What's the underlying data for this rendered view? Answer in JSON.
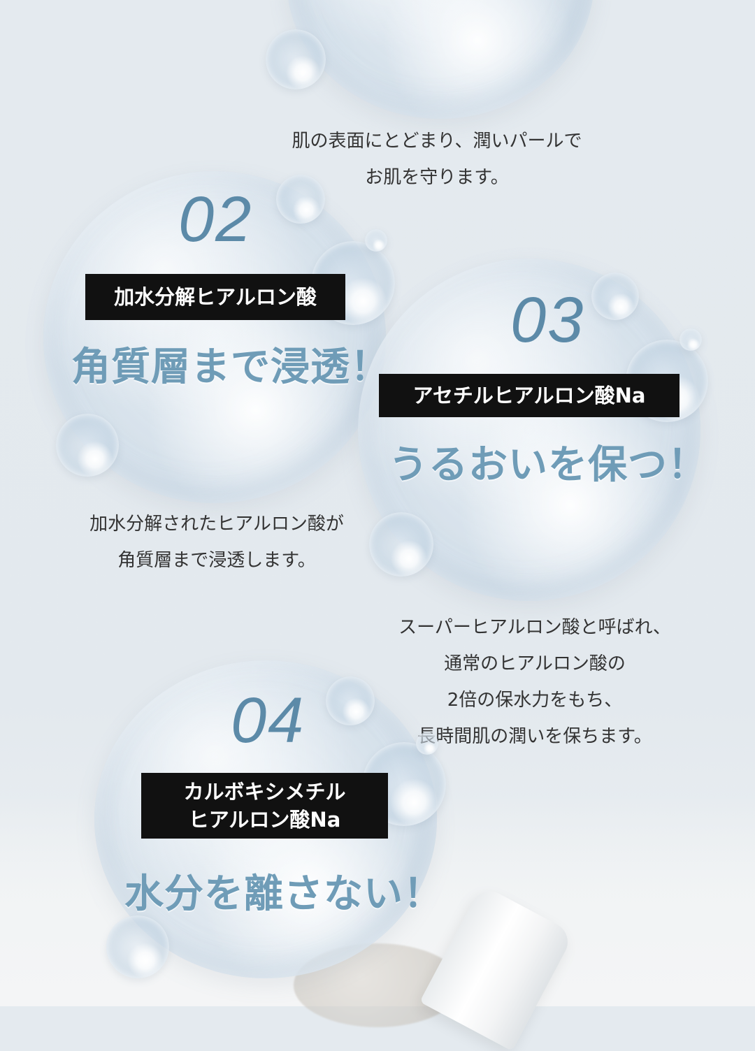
{
  "top": {
    "desc_lines": [
      "肌の表面にとどまり、潤いパールで",
      "お肌を守ります。"
    ]
  },
  "items": [
    {
      "number": "02",
      "label_lines": [
        "加水分解ヒアルロン酸"
      ],
      "headline": "角質層まで浸透！",
      "desc_lines": [
        "加水分解されたヒアルロン酸が",
        "角質層まで浸透します。"
      ]
    },
    {
      "number": "03",
      "label_lines": [
        "アセチルヒアルロン酸Na"
      ],
      "headline": "うるおいを保つ！",
      "desc_lines": [
        "スーパーヒアルロン酸と呼ばれ、",
        "通常のヒアルロン酸の",
        "2倍の保水力をもち、",
        "長時間肌の潤いを保ちます。"
      ]
    },
    {
      "number": "04",
      "label_lines": [
        "カルボキシメチル",
        "ヒアルロン酸Na"
      ],
      "headline": "水分を離さない！"
    }
  ],
  "colors": {
    "accent": "#6f9cb7",
    "number": "#5c8aa8",
    "label_bg": "#111111",
    "background": "#e4eaef"
  }
}
